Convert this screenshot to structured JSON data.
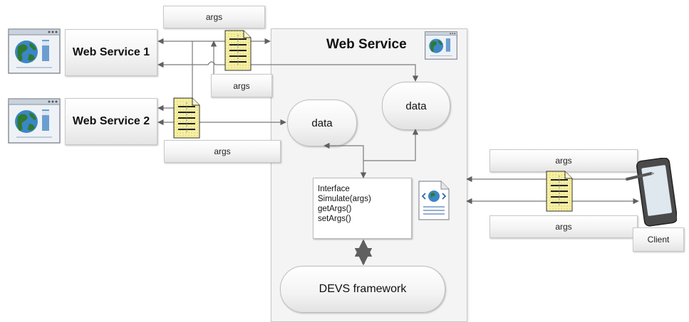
{
  "main": {
    "title": "Web Service"
  },
  "services": [
    {
      "label": "Web Service 1"
    },
    {
      "label": "Web Service 2"
    }
  ],
  "messages": {
    "args_top_ws1": "args",
    "args_bottom_ws1": "args",
    "args_ws2": "args",
    "args_client_top": "args",
    "args_client_bottom": "args"
  },
  "data_nodes": {
    "left": "data",
    "right": "data"
  },
  "interface": {
    "lines": [
      "Interface",
      "Simulate(args)",
      "getArgs()",
      "setArgs()"
    ]
  },
  "framework": {
    "label": "DEVS framework"
  },
  "client": {
    "label": "Client"
  },
  "icons": {
    "browser": "browser-globe-icon",
    "document": "xml-document-icon",
    "web_page": "web-page-icon",
    "device": "tablet-stylus-icon"
  },
  "colors": {
    "arrow": "#606060",
    "doc_fill": "#f6f0a6",
    "panel_bg": "#f4f4f4"
  }
}
